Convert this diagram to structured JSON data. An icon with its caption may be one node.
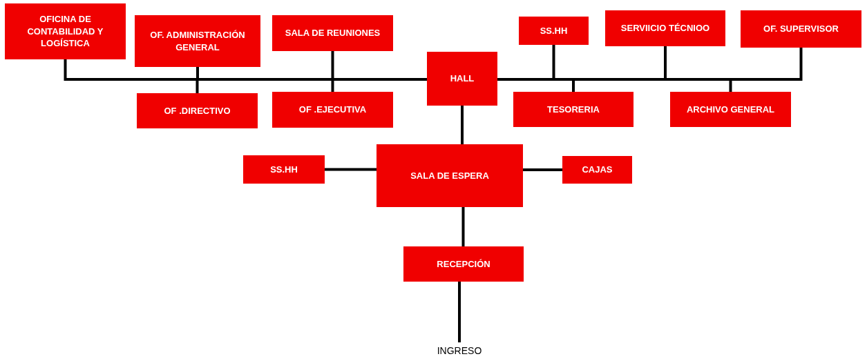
{
  "diagram": {
    "nodes": [
      {
        "text": [
          "OFICINA DE CONTABILIDAD Y LOGÍSTICA"
        ]
      },
      {
        "text": [
          "OF. ADMINISTRACIÓN GENERAL"
        ]
      },
      {
        "text": [
          "SALA DE REUNIONES"
        ]
      },
      {
        "text": [
          "SS.HH"
        ]
      },
      {
        "text": [
          "SERVIICIO TÉCNIOO"
        ]
      },
      {
        "text": [
          "OF. SUPERVISOR"
        ]
      },
      {
        "text": [
          "HALL"
        ]
      },
      {
        "text": [
          "OF .DIRECTIVO"
        ]
      },
      {
        "text": [
          "OF .EJECUTIVA"
        ]
      },
      {
        "text": [
          "TESORERIA"
        ]
      },
      {
        "text": [
          "ARCHIVO GENERAL"
        ]
      },
      {
        "text": [
          "SS.HH"
        ]
      },
      {
        "text": [
          "SALA DE ESPERA"
        ]
      },
      {
        "text": [
          "CAJAS"
        ]
      },
      {
        "text": [
          "RECEPCIÓN"
        ]
      },
      {
        "text": [
          "INGRESO"
        ]
      }
    ],
    "edges": [
      {
        "from": 0,
        "to": 6,
        "arrow": "none"
      },
      {
        "from": 1,
        "to": 6,
        "arrow": "none"
      },
      {
        "from": 7,
        "to": 6,
        "arrow": "none"
      },
      {
        "from": 2,
        "to": 6,
        "arrow": "none"
      },
      {
        "from": 8,
        "to": 6,
        "arrow": "none"
      },
      {
        "from": 3,
        "to": 6,
        "arrow": "none"
      },
      {
        "from": 9,
        "to": 6,
        "arrow": "none"
      },
      {
        "from": 4,
        "to": 6,
        "arrow": "none"
      },
      {
        "from": 10,
        "to": 6,
        "arrow": "none"
      },
      {
        "from": 5,
        "to": 6,
        "arrow": "none"
      },
      {
        "from": 6,
        "to": 12,
        "arrow": "none"
      },
      {
        "from": 11,
        "to": 12,
        "arrow": "none"
      },
      {
        "from": 12,
        "to": 13,
        "arrow": "none"
      },
      {
        "from": 12,
        "to": 14,
        "arrow": "none"
      },
      {
        "from": 14,
        "to": 15,
        "arrow": "none"
      }
    ]
  }
}
